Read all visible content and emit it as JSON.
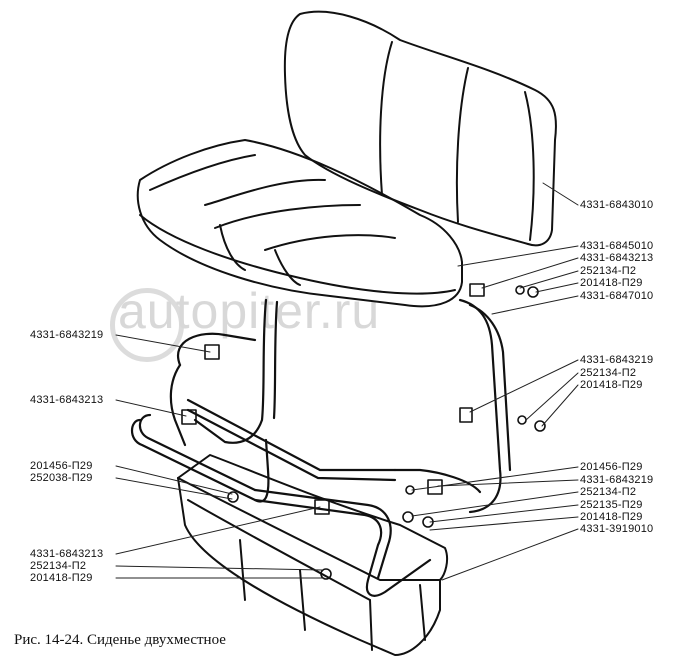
{
  "caption": "Рис. 14-24. Сиденье двухместное",
  "watermark": "autopiter.ru",
  "callouts_right": [
    "4331-6843010",
    "4331-6845010",
    "4331-6843213",
    "252134-П2",
    "201418-П29",
    "4331-6847010",
    "4331-6843219",
    "252134-П2",
    "201418-П29",
    "201456-П29",
    "4331-6843219",
    "252134-П2",
    "252135-П29",
    "201418-П29",
    "4331-3919010"
  ],
  "callouts_left": [
    "4331-6843219",
    "4331-6843213",
    "201456-П29",
    "252038-П29",
    "4331-6843213",
    "252134-П2",
    "201418-П29"
  ]
}
